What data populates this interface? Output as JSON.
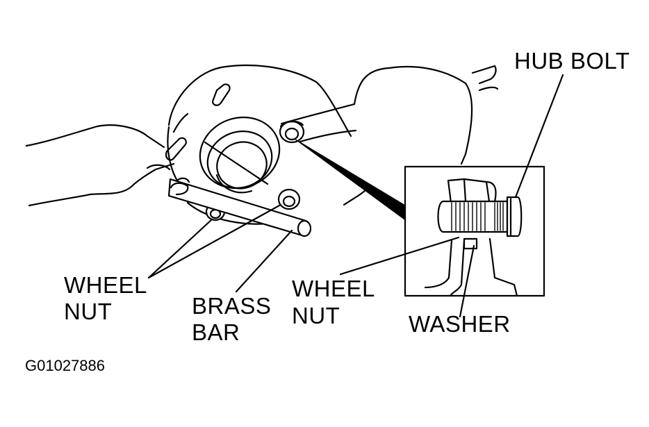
{
  "labels": {
    "hub_bolt": "HUB BOLT",
    "wheel_nut_left_1": "WHEEL",
    "wheel_nut_left_2": "NUT",
    "brass_bar_1": "BRASS",
    "brass_bar_2": "BAR",
    "wheel_nut_inset_1": "WHEEL",
    "wheel_nut_inset_2": "NUT",
    "washer": "WASHER"
  },
  "figure_code": "G01027886",
  "colors": {
    "line": "#000000",
    "background": "#ffffff"
  }
}
